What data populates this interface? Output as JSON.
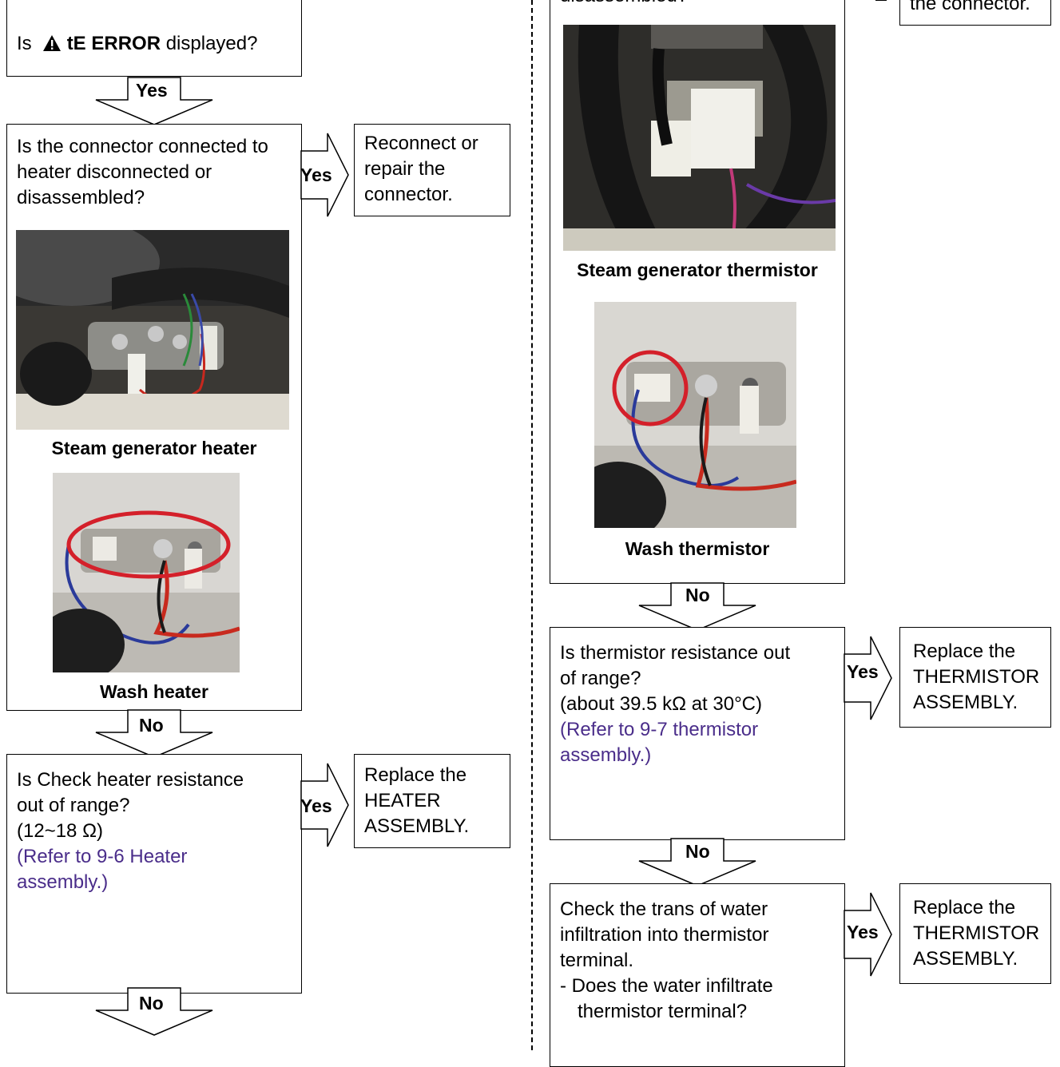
{
  "left": {
    "q1": {
      "prefix": "Is",
      "error": "tE ERROR",
      "suffix": "displayed?"
    },
    "a1": "Yes",
    "q2": "Is the connector connected to heater disconnected or disassembled?",
    "q2_yes": "Yes",
    "r2": "Reconnect or repair the connector.",
    "cap1": "Steam generator heater",
    "cap2": "Wash heater",
    "a2": "No",
    "q3": {
      "line1": "Is Check heater resistance out of range?",
      "line2": "(12~18 Ω)",
      "ref": "(Refer to 9-6 Heater assembly.)"
    },
    "q3_yes": "Yes",
    "r3": "Replace the HEATER ASSEMBLY.",
    "a3": "No"
  },
  "right": {
    "top_partial": "disassembled?",
    "top_right_partial": "the connector.",
    "cap1": "Steam generator thermistor",
    "cap2": "Wash thermistor",
    "a1": "No",
    "q4": {
      "line1": "Is thermistor resistance out of range?",
      "line2": "(about 39.5 kΩ at 30°C)",
      "ref": "(Refer to 9-7 thermistor assembly.)"
    },
    "q4_yes": "Yes",
    "r4": "Replace the THERMISTOR ASSEMBLY.",
    "a2": "No",
    "q5": {
      "line1": "Check the trans of water infiltration into thermistor terminal.",
      "line2": "- Does the water infiltrate thermistor terminal?"
    },
    "q5_yes": "Yes",
    "r5": "Replace the THERMISTOR ASSEMBLY."
  },
  "colors": {
    "link": "#4a2d8a",
    "highlight_ring": "#d4202a"
  }
}
